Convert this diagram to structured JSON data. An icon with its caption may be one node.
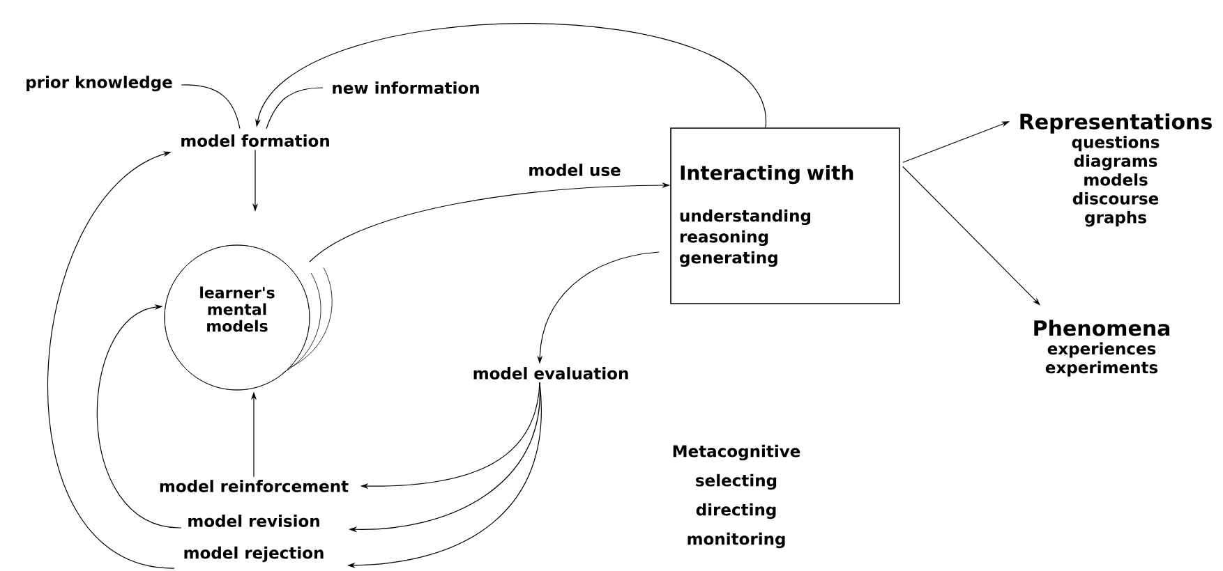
{
  "diagram": {
    "nodes": [
      {
        "text": [
          "prior knowledge"
        ]
      },
      {
        "text": [
          "new information"
        ]
      },
      {
        "text": [
          "model formation"
        ]
      },
      {
        "text": [
          "learner's mental models"
        ]
      },
      {
        "text": [
          "Interacting with",
          "understanding",
          "reasoning",
          "generating"
        ]
      },
      {
        "text": [
          "Representations",
          "questions",
          "diagrams",
          "models",
          "discourse",
          "graphs"
        ]
      },
      {
        "text": [
          "Phenomena",
          "experiences",
          "experiments"
        ]
      },
      {
        "text": [
          "model evaluation"
        ]
      },
      {
        "text": [
          "model reinforcement"
        ]
      },
      {
        "text": [
          "model revision"
        ]
      },
      {
        "text": [
          "model rejection"
        ]
      }
    ],
    "edges": [
      {
        "from": 0,
        "to": 2,
        "arrow": "none"
      },
      {
        "from": 1,
        "to": 2,
        "arrow": "none"
      },
      {
        "from": 4,
        "to": 2,
        "arrow": "to"
      },
      {
        "from": 2,
        "to": 3,
        "arrow": "to"
      },
      {
        "from": 3,
        "to": 4,
        "arrow": "to",
        "label": "model use"
      },
      {
        "from": 4,
        "to": 7,
        "arrow": "to"
      },
      {
        "from": 7,
        "to": 8,
        "arrow": "to"
      },
      {
        "from": 7,
        "to": 9,
        "arrow": "to"
      },
      {
        "from": 7,
        "to": 10,
        "arrow": "to"
      },
      {
        "from": 8,
        "to": 3,
        "arrow": "to"
      },
      {
        "from": 9,
        "to": 3,
        "arrow": "to"
      },
      {
        "from": 10,
        "to": 2,
        "arrow": "to"
      },
      {
        "from": 4,
        "to": 5,
        "arrow": "to"
      },
      {
        "from": 4,
        "to": 6,
        "arrow": "to"
      }
    ],
    "labels": [
      "Metacognitive",
      "selecting",
      "directing",
      "monitoring"
    ]
  }
}
